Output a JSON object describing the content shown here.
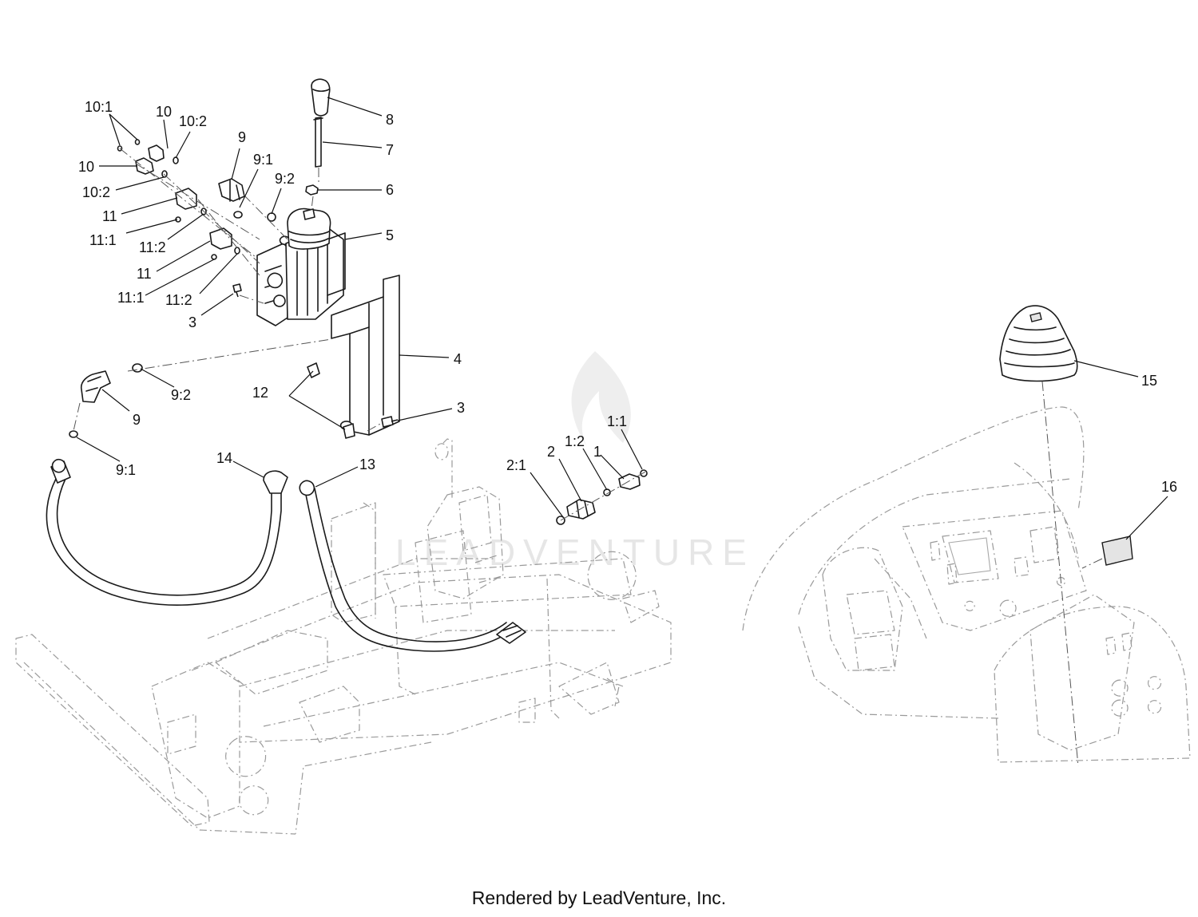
{
  "watermark": "LEADVENTURE",
  "footer": "Rendered by LeadVenture, Inc.",
  "callouts": {
    "c_8": "8",
    "c_7": "7",
    "c_6": "6",
    "c_5": "5",
    "c_4": "4",
    "c_3a": "3",
    "c_3b": "3",
    "c_9a": "9",
    "c_9b": "9",
    "c_9_1a": "9:1",
    "c_9_1b": "9:1",
    "c_9_2a": "9:2",
    "c_9_2b": "9:2",
    "c_10a": "10",
    "c_10b": "10",
    "c_10_1": "10:1",
    "c_10_2a": "10:2",
    "c_10_2b": "10:2",
    "c_11a": "11",
    "c_11b": "11",
    "c_11_1a": "11:1",
    "c_11_1b": "11:1",
    "c_11_2a": "11:2",
    "c_11_2b": "11:2",
    "c_12": "12",
    "c_13": "13",
    "c_14": "14",
    "c_15": "15",
    "c_16": "16",
    "c_1": "1",
    "c_1_1": "1:1",
    "c_1_2": "1:2",
    "c_2": "2",
    "c_2_1": "2:1"
  }
}
